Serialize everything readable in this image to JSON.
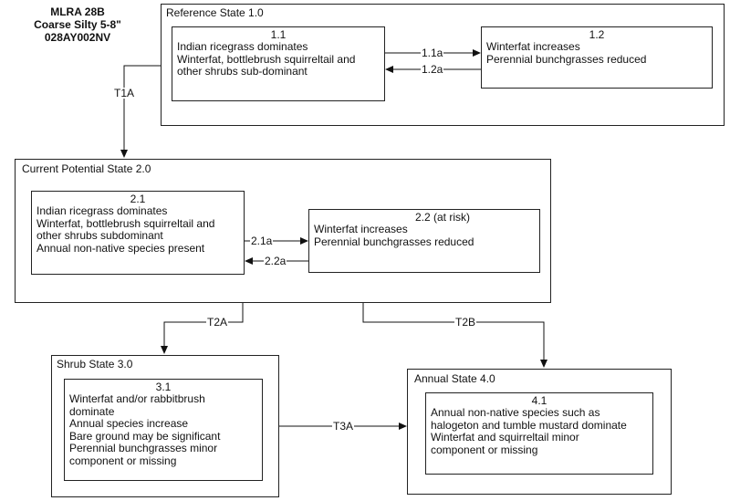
{
  "header": {
    "lines": [
      "MLRA 28B",
      "Coarse Silty 5-8\"",
      "028AY002NV"
    ]
  },
  "states": {
    "reference": {
      "title": "Reference State 1.0",
      "phase_1_1": {
        "id": "1.1",
        "lines": [
          "Indian ricegrass dominates",
          "Winterfat, bottlebrush squirreltail and",
          "other shrubs sub-dominant"
        ]
      },
      "phase_1_2": {
        "id": "1.2",
        "lines": [
          "Winterfat increases",
          "Perennial bunchgrasses reduced"
        ]
      }
    },
    "current": {
      "title": "Current Potential State 2.0",
      "phase_2_1": {
        "id": "2.1",
        "lines": [
          "Indian ricegrass dominates",
          "Winterfat, bottlebrush squirreltail and",
          "other shrubs subdominant",
          "Annual non-native species present"
        ]
      },
      "phase_2_2": {
        "id": "2.2 (at risk)",
        "lines": [
          "Winterfat increases",
          "Perennial bunchgrasses reduced"
        ]
      }
    },
    "shrub": {
      "title": "Shrub State 3.0",
      "phase_3_1": {
        "id": "3.1",
        "lines": [
          "Winterfat and/or rabbitbrush",
          "dominate",
          "Annual species increase",
          "Bare ground may be significant",
          "Perennial bunchgrasses minor",
          "component or missing"
        ]
      }
    },
    "annual": {
      "title": "Annual State 4.0",
      "phase_4_1": {
        "id": "4.1",
        "lines": [
          "Annual non-native species such as",
          "halogeton and tumble mustard dominate",
          "Winterfat and squirreltail minor",
          "component or missing"
        ]
      }
    }
  },
  "transitions": {
    "p1_1a": "1.1a",
    "p1_2a": "1.2a",
    "p2_1a": "2.1a",
    "p2_2a": "2.2a",
    "t1a": "T1A",
    "t2a": "T2A",
    "t2b": "T2B",
    "t3a": "T3A"
  }
}
